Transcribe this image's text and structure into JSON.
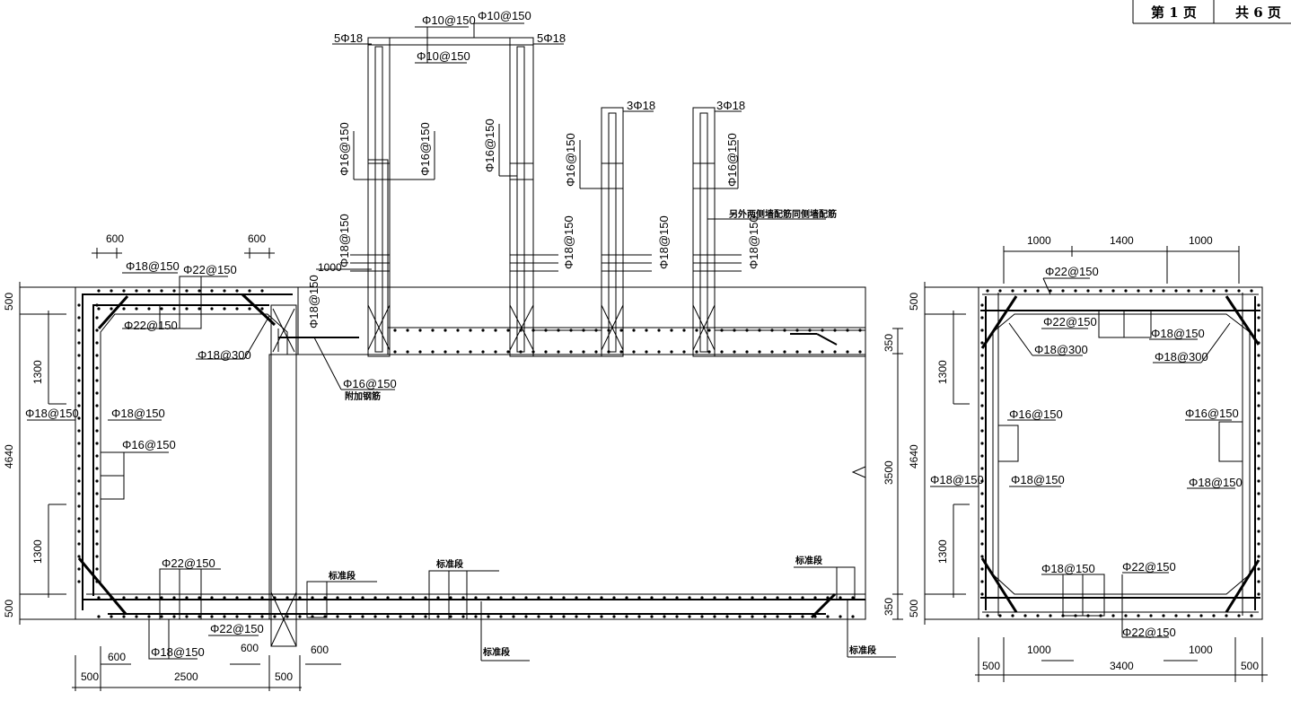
{
  "page_info": {
    "page_label": "第 1 页",
    "total_label": "共 6 页"
  },
  "left_section": {
    "dims": {
      "top_600_left": "600",
      "top_600_right": "600",
      "d1000": "1000",
      "left_500_top": "500",
      "left_1300_top": "1300",
      "left_4640": "4640",
      "left_1300_bot": "1300",
      "left_500_bot": "500",
      "bot_600_left": "600",
      "bot_600_mid": "600",
      "bot_600_right": "600",
      "bot_500_left": "500",
      "bot_2500": "2500",
      "bot_500_right": "500",
      "right_350_top": "350",
      "right_3500": "3500",
      "right_350_bot": "350"
    },
    "labels": {
      "top_18_150": "Φ18@150",
      "top_22_150": "Φ22@150",
      "inner_22_150": "Φ22@150",
      "corner_18_300": "Φ18@300",
      "left_outer_18": "Φ18@150",
      "left_inner_18": "Φ18@150",
      "left_16": "Φ16@150",
      "bot_top_22": "Φ22@150",
      "bot_bot_22": "Φ22@150",
      "bot_18": "Φ18@150",
      "vert_18_150": "Φ18@150",
      "extra_16": "Φ16@150",
      "extra_note": "附加钢筋",
      "std1": "标准段",
      "std2": "标准段",
      "std3": "标准段",
      "std4": "标准段",
      "std5": "标准段"
    }
  },
  "upper_section": {
    "labels": {
      "top_10_a": "Φ10@150",
      "top_10_b": "Φ10@150",
      "top_10_c": "Φ10@150",
      "bar5_left": "5Φ18",
      "bar5_right": "5Φ18",
      "w1_16_a": "Φ16@150",
      "w1_16_b": "Φ16@150",
      "w2_16": "Φ16@150",
      "w3_16": "Φ16@150",
      "w4_16": "Φ16@150",
      "w1_18": "Φ18@150",
      "w2_18": "Φ18@150",
      "w3_18": "Φ18@150",
      "w4_18": "Φ18@150",
      "bar3_a": "3Φ18",
      "bar3_b": "3Φ18",
      "side_note": "另外两侧墙配筋同侧墙配筋"
    }
  },
  "right_section": {
    "dims": {
      "top_1000_l": "1000",
      "top_1400": "1400",
      "top_1000_r": "1000",
      "left_500_top": "500",
      "left_1300_top": "1300",
      "left_4640": "4640",
      "left_1300_bot": "1300",
      "left_500_bot": "500",
      "bot_1000_l": "1000",
      "bot_1000_r": "1000",
      "bot_500_l": "500",
      "bot_3400": "3400",
      "bot_500_r": "500"
    },
    "labels": {
      "top_22": "Φ22@150",
      "inner_22": "Φ22@150",
      "inner_18": "Φ18@150",
      "corner_l": "Φ18@300",
      "corner_r": "Φ18@300",
      "left_16": "Φ16@150",
      "right_16": "Φ16@150",
      "outer_18": "Φ18@150",
      "left_18": "Φ18@150",
      "right_18": "Φ18@150",
      "bot_18": "Φ18@150",
      "bot_22": "Φ22@150",
      "bot_out_22": "Φ22@150"
    }
  }
}
